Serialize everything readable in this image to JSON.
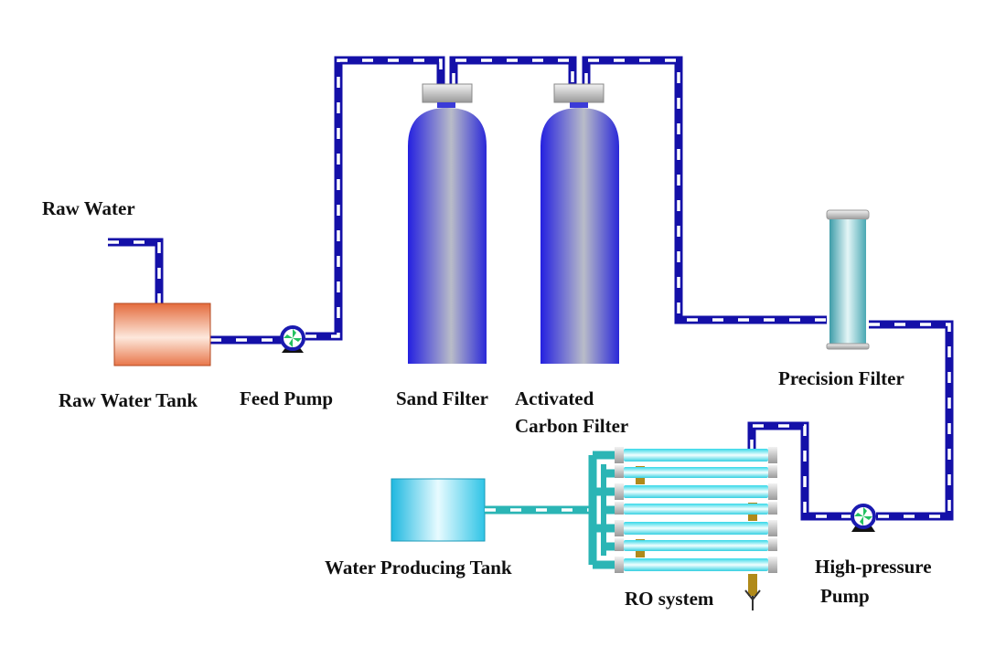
{
  "labels": {
    "raw_water": "Raw Water",
    "raw_water_tank": "Raw Water Tank",
    "feed_pump": "Feed Pump",
    "sand_filter": "Sand Filter",
    "carbon_filter_line1": "Activated",
    "carbon_filter_line2": "Carbon Filter",
    "precision_filter": "Precision Filter",
    "hp_pump_line1": "High-pressure",
    "hp_pump_line2": "Pump",
    "water_producing_tank": "Water Producing Tank",
    "ro_system": "RO system"
  },
  "colors": {
    "pipe": "#1410a8",
    "product_pipe": "#2bb5b5",
    "raw_tank": "#e8764a",
    "product_tank": "#29c8e8",
    "filter_vessel": "#2a2ee0",
    "precision_filter": "#7cc4cc",
    "pump": "#1a1ab0",
    "pump_fan": "#22c060"
  }
}
